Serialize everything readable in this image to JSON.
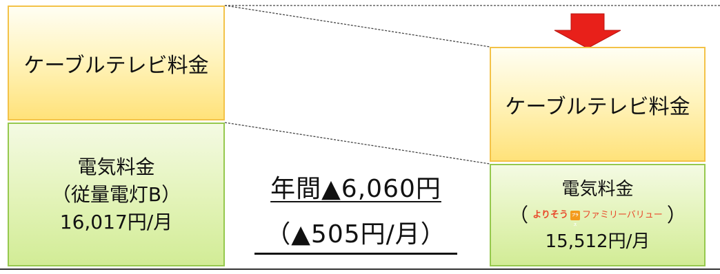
{
  "before": {
    "cable_label": "ケーブルテレビ料金",
    "electricity": {
      "title": "電気料金",
      "plan": "（従量電灯B）",
      "amount": "16,017円/月"
    }
  },
  "after": {
    "cable_label": "ケーブルテレビ料金",
    "electricity": {
      "title": "電気料金",
      "plan_open": "（",
      "plan_brand": "よりそう",
      "plan_badge": "プラス",
      "plan_name": "ファミリーバリュー",
      "plan_close": "）",
      "amount": "15,512円/月"
    }
  },
  "savings": {
    "annual": "年間▲6,060円",
    "monthly": "（▲505円/月）"
  },
  "colors": {
    "arrow": "#e8201a",
    "yellow_border": "#f3c247",
    "green_border": "#95c84d",
    "brand_text": "#e8482a",
    "brand_badge": "#f39a1c"
  }
}
